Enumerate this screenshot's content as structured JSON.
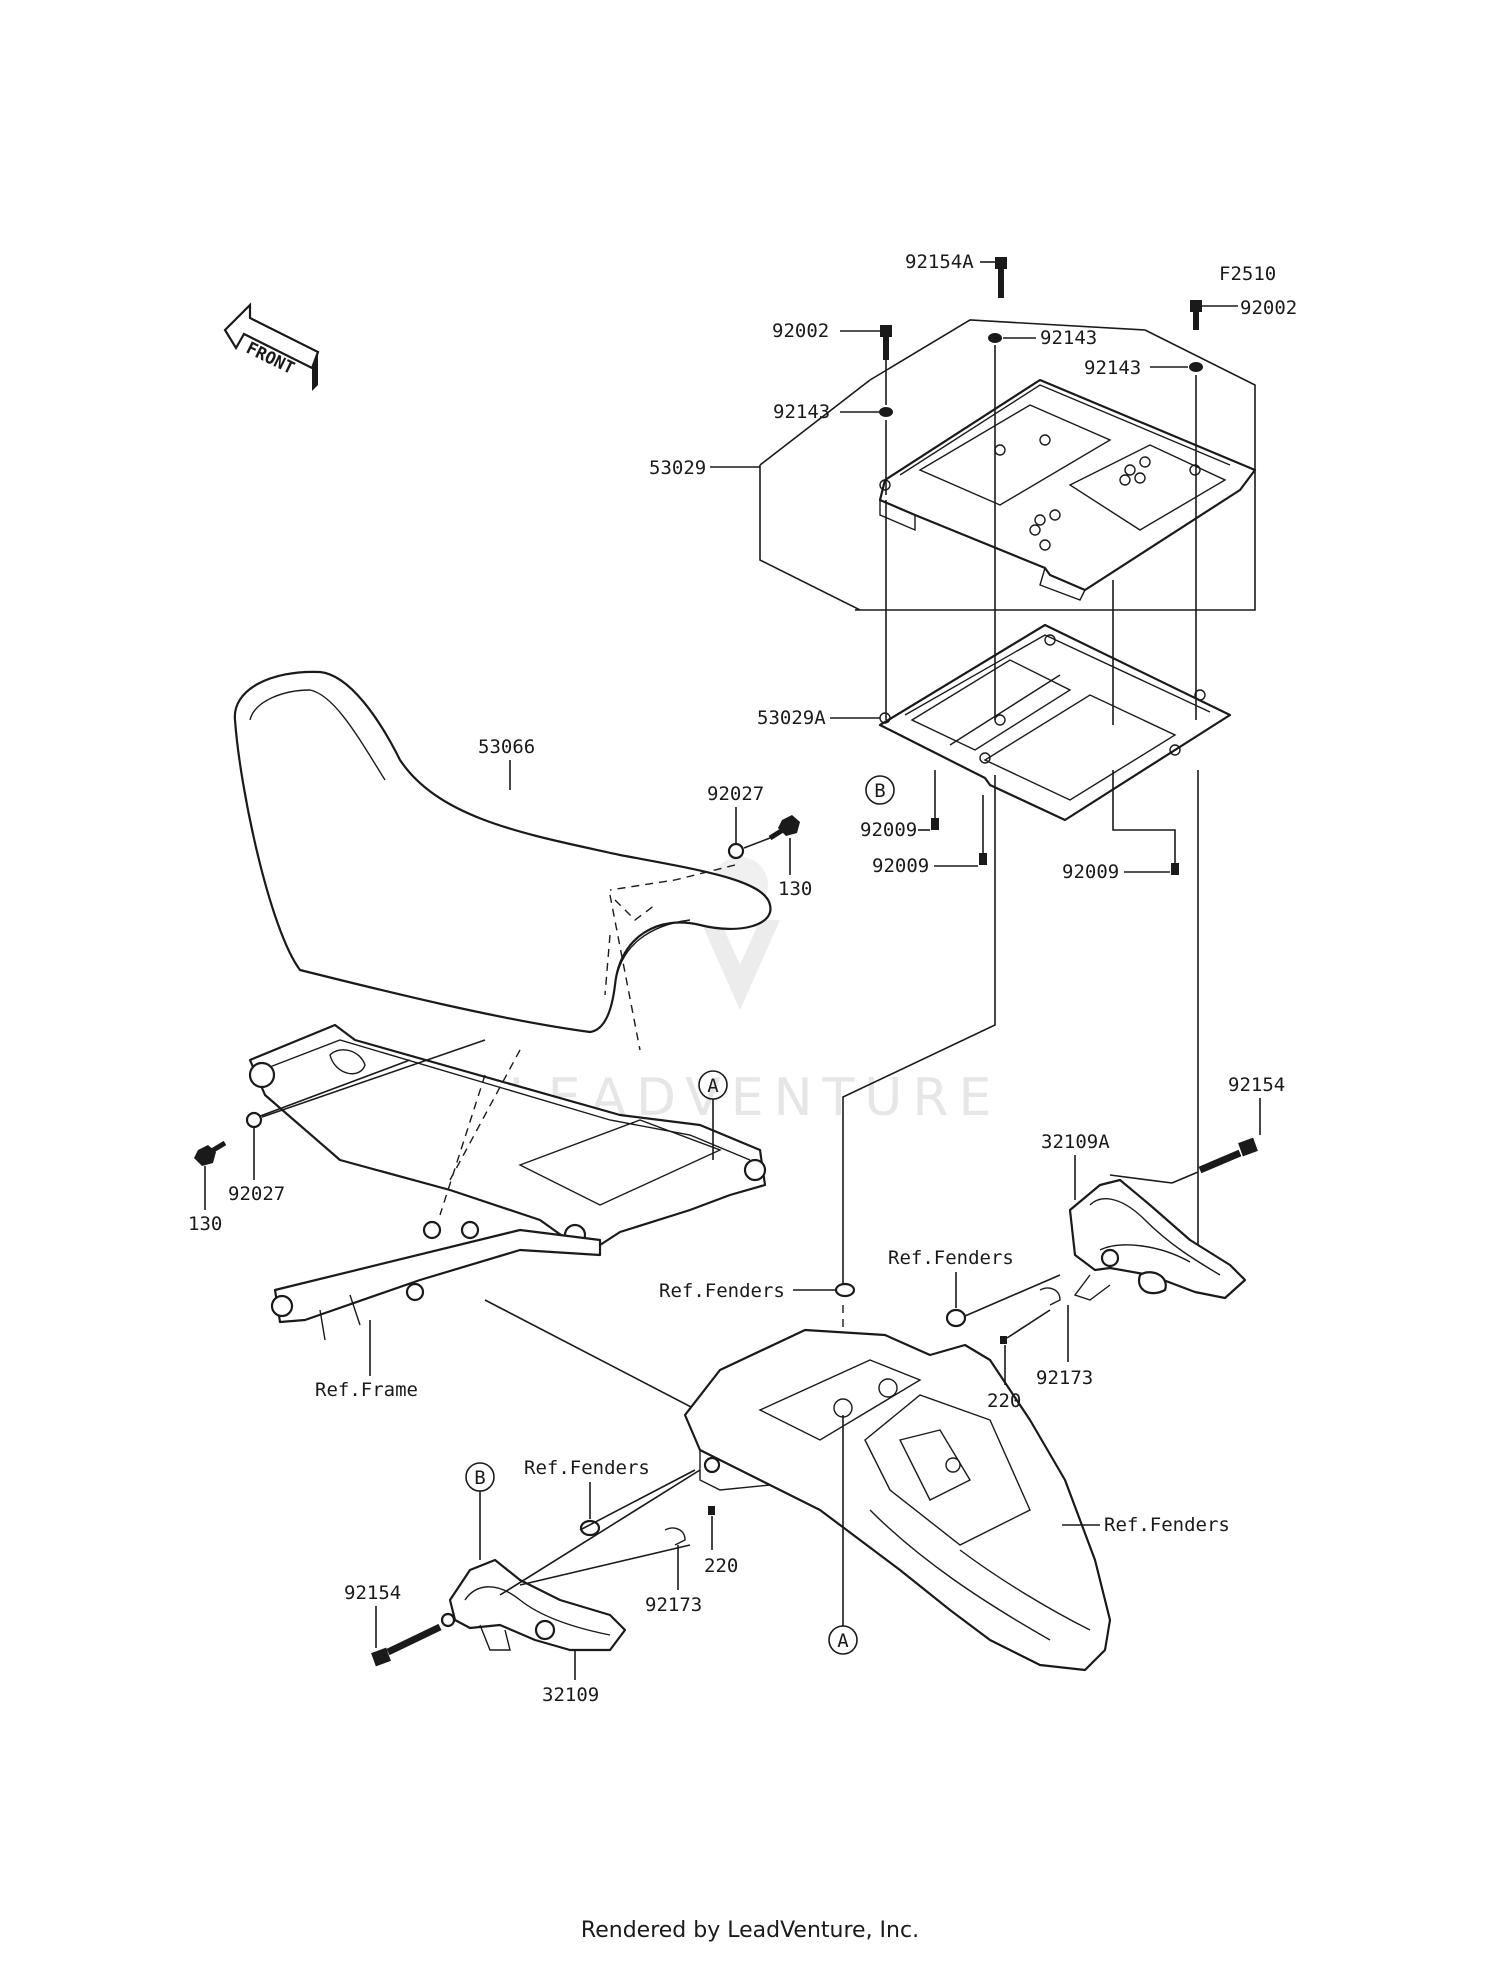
{
  "front_label": "FRONT",
  "ref_code": "F2510",
  "watermark": "LEADVENTURE",
  "footer": "Rendered by LeadVenture, Inc.",
  "labels": {
    "l_92154A": "92154A",
    "l_92002_left": "92002",
    "l_92002_right": "92002",
    "l_92143_top": "92143",
    "l_92143_left": "92143",
    "l_92143_right": "92143",
    "l_53029": "53029",
    "l_53029A": "53029A",
    "l_92009_a": "92009",
    "l_92009_b": "92009",
    "l_92009_c": "92009",
    "l_53066": "53066",
    "l_92027_top": "92027",
    "l_130_top": "130",
    "l_92027_left": "92027",
    "l_130_left": "130",
    "l_ref_frame": "Ref.Frame",
    "l_ref_fenders_1": "Ref.Fenders",
    "l_ref_fenders_2": "Ref.Fenders",
    "l_ref_fenders_3": "Ref.Fenders",
    "l_ref_fenders_4": "Ref.Fenders",
    "l_92154_right": "92154",
    "l_32109A": "32109A",
    "l_220_right": "220",
    "l_92173_right": "92173",
    "l_220_left": "220",
    "l_92173_left": "92173",
    "l_92154_left": "92154",
    "l_32109": "32109"
  },
  "callouts": {
    "a_frame": "A",
    "a_fender": "A",
    "b_plate": "B",
    "b_grip": "B"
  }
}
